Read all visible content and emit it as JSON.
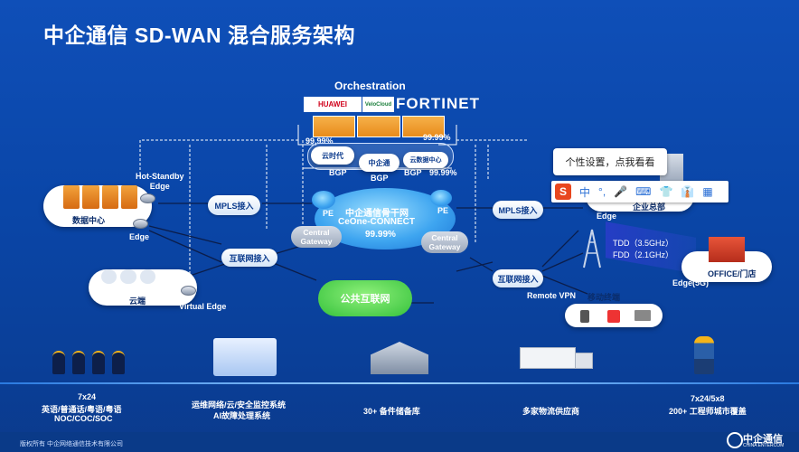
{
  "title": "中企通信 SD-WAN 混合服务架构",
  "orchestration": {
    "label": "Orchestration",
    "vendors": [
      "HUAWEI",
      "VeloCloud",
      "FORTINET"
    ],
    "sla_left": "99.99%",
    "sla_right": "99.99%",
    "sla_bottom": "99.99%",
    "pops": [
      "云时代",
      "中企通",
      "云数据中心"
    ],
    "bgp": [
      "BGP",
      "BGP",
      "BGP"
    ]
  },
  "nodes": {
    "hot_standby": "Hot-Standby\nEdge",
    "datacenter": "数据中心",
    "edge_left": "Edge",
    "cloud": "云端",
    "virtual_edge": "Virtual Edge",
    "mpls_left": "MPLS接入",
    "internet_left": "互联网接入",
    "pe_left": "PE",
    "pe_right": "PE",
    "backbone_title": "中企通信骨干网",
    "backbone_name": "CeOne-CONNECT",
    "backbone_sla": "99.99%",
    "gw_left": "Central\nGateway",
    "gw_right": "Central\nGateway",
    "public_internet": "公共互联网",
    "mpls_right": "MPLS接入",
    "internet_right": "互联网接入",
    "hq": "企业总部",
    "edge_right": "Edge",
    "tdd": "TDD（3.5GHz）",
    "fdd": "FDD（2.1GHz）",
    "office": "OFFICE/门店",
    "edge5g": "Edge(5G)",
    "remote_vpn": "Remote VPN",
    "mobile_office": "移动终端"
  },
  "ime": {
    "tooltip": "个性设置，点我看看",
    "toolbar": [
      "S",
      "中",
      "°,",
      "🎤",
      "⌨",
      "👕",
      "👔",
      "▦"
    ]
  },
  "services": [
    {
      "line1": "7x24",
      "line2": "英语/普通话/粤语/粤语",
      "line3": "NOC/COC/SOC"
    },
    {
      "line1": "运维网络/云/安全监控系统",
      "line2": "AI故障处理系统",
      "line3": ""
    },
    {
      "line1": "30+ 备件储备库",
      "line2": "",
      "line3": ""
    },
    {
      "line1": "多家物流供应商",
      "line2": "",
      "line3": ""
    },
    {
      "line1": "7x24/5x8",
      "line2": "200+ 工程师城市覆盖",
      "line3": ""
    }
  ],
  "footer": {
    "left": "版权所有    中企网络通信技术有限公司",
    "brand": "中企通信",
    "brand_sub": "CHINA ENTERCOM"
  },
  "colors": {
    "background": "#0d4aae",
    "accent_green": "#3fcf48",
    "line": "#ffffff"
  }
}
